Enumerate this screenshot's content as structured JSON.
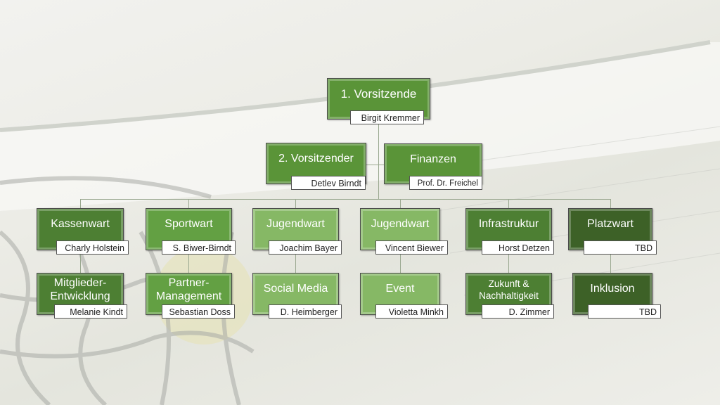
{
  "colors": {
    "dark": "#3d6127",
    "mid_dark": "#4d7f33",
    "mid": "#63a043",
    "light": "#86b865"
  },
  "chart": {
    "top": {
      "title": "1. Vorsitzende",
      "name": "Birgit Kremmer"
    },
    "second": [
      {
        "title": "2. Vorsitzender",
        "name": "Detlev Birndt"
      },
      {
        "title": "Finanzen",
        "name": "Prof. Dr. Freichel"
      }
    ],
    "row1": [
      {
        "title": "Kassenwart",
        "name": "Charly Holstein"
      },
      {
        "title": "Sportwart",
        "name": "S. Biwer-Birndt"
      },
      {
        "title": "Jugendwart",
        "name": "Joachim Bayer"
      },
      {
        "title": "Jugendwart",
        "name": "Vincent Biewer"
      },
      {
        "title": "Infrastruktur",
        "name": "Horst Detzen"
      },
      {
        "title": "Platzwart",
        "name": "TBD"
      }
    ],
    "row2": [
      {
        "title": "Mitglieder-Entwicklung",
        "name": "Melanie Kindt"
      },
      {
        "title": "Partner-Management",
        "name": "Sebastian Doss"
      },
      {
        "title": "Social Media",
        "name": "D. Heimberger"
      },
      {
        "title": "Event",
        "name": "Violetta Minkh"
      },
      {
        "title": "Zukunft & Nachhaltigkeit",
        "name": "D. Zimmer"
      },
      {
        "title": "Inklusion",
        "name": "TBD"
      }
    ]
  }
}
